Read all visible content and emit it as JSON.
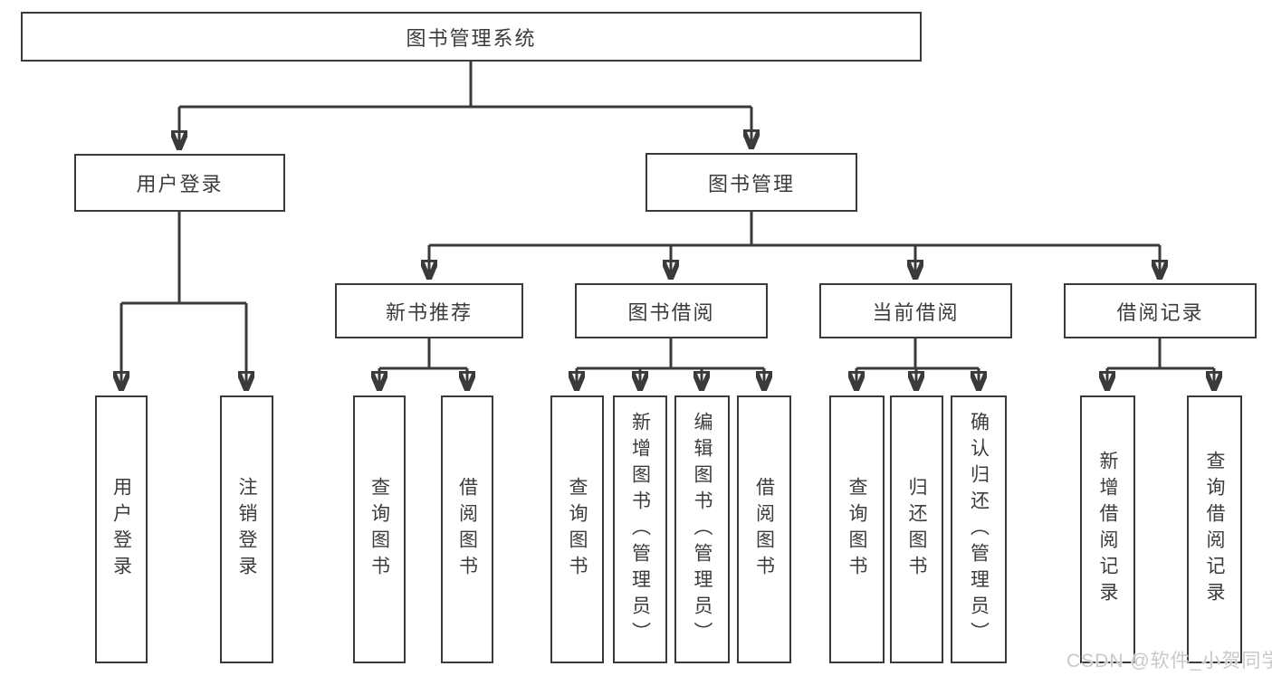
{
  "nodes": {
    "root": {
      "label": "图书管理系统"
    },
    "user_login": {
      "label": "用户登录"
    },
    "book_mgmt": {
      "label": "图书管理"
    },
    "new_book_rec": {
      "label": "新书推荐"
    },
    "book_borrow": {
      "label": "图书借阅"
    },
    "current_borrow": {
      "label": "当前借阅"
    },
    "borrow_record": {
      "label": "借阅记录"
    },
    "user_login_leaf": {
      "label": "用户登录"
    },
    "logout_leaf": {
      "label": "注销登录"
    },
    "rec_query": {
      "label": "查询图书"
    },
    "rec_borrow": {
      "label": "借阅图书"
    },
    "bb_query": {
      "label": "查询图书"
    },
    "bb_add": {
      "label": "新增图书（管理员）"
    },
    "bb_edit": {
      "label": "编辑图书（管理员）"
    },
    "bb_borrow": {
      "label": "借阅图书"
    },
    "cb_query": {
      "label": "查询图书"
    },
    "cb_return": {
      "label": "归还图书"
    },
    "cb_confirm": {
      "label": "确认归还（管理员）"
    },
    "br_add": {
      "label": "新增借阅记录"
    },
    "br_query": {
      "label": "查询借阅记录"
    }
  },
  "edges": [
    {
      "from": "root",
      "to": [
        "user_login",
        "book_mgmt"
      ]
    },
    {
      "from": "user_login",
      "to": [
        "user_login_leaf",
        "logout_leaf"
      ]
    },
    {
      "from": "book_mgmt",
      "to": [
        "new_book_rec",
        "book_borrow",
        "current_borrow",
        "borrow_record"
      ]
    },
    {
      "from": "new_book_rec",
      "to": [
        "rec_query",
        "rec_borrow"
      ]
    },
    {
      "from": "book_borrow",
      "to": [
        "bb_query",
        "bb_add",
        "bb_edit",
        "bb_borrow"
      ]
    },
    {
      "from": "current_borrow",
      "to": [
        "cb_query",
        "cb_return",
        "cb_confirm"
      ]
    },
    {
      "from": "borrow_record",
      "to": [
        "br_add",
        "br_query"
      ]
    }
  ],
  "watermark": {
    "text": "CSDN @软件_小贺同学"
  },
  "colors": {
    "line": "#3a3a3a",
    "text": "#3c3c3c",
    "background": "#ffffff",
    "watermark": "#c8c8cd"
  }
}
